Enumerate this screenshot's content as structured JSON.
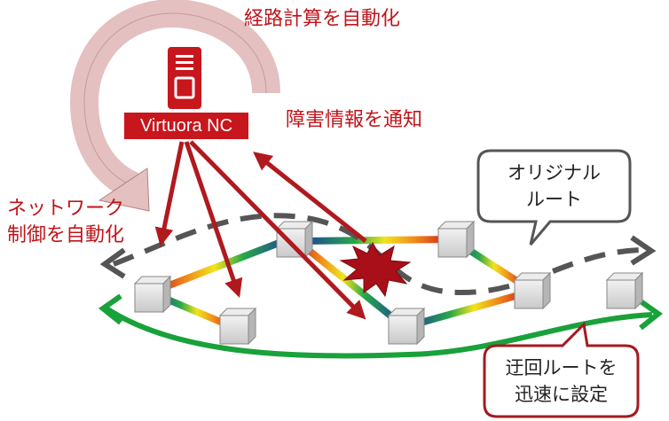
{
  "controller": {
    "name": "Virtuora NC",
    "icon": "server-icon"
  },
  "annotations": {
    "auto_path_calc": "経路計算を自動化",
    "failure_notify": "障害情報を通知",
    "network_control_1": "ネットワーク",
    "network_control_2": "制御を自動化"
  },
  "callouts": {
    "original_route": [
      "オリジナル",
      "ルート"
    ],
    "detour_route": [
      "迂回ルートを",
      "迅速に設定"
    ]
  },
  "colors": {
    "controller_red": "#c8161d",
    "arrow_red": "#b01a1f",
    "loop_arrow": "#e4c0c0",
    "detour_green": "#19a13a",
    "original_route": "#555555",
    "failure": "#a80f18"
  },
  "icons": [
    "server-icon",
    "loop-arrow-icon",
    "failure-burst-icon",
    "switch-node-icon"
  ]
}
